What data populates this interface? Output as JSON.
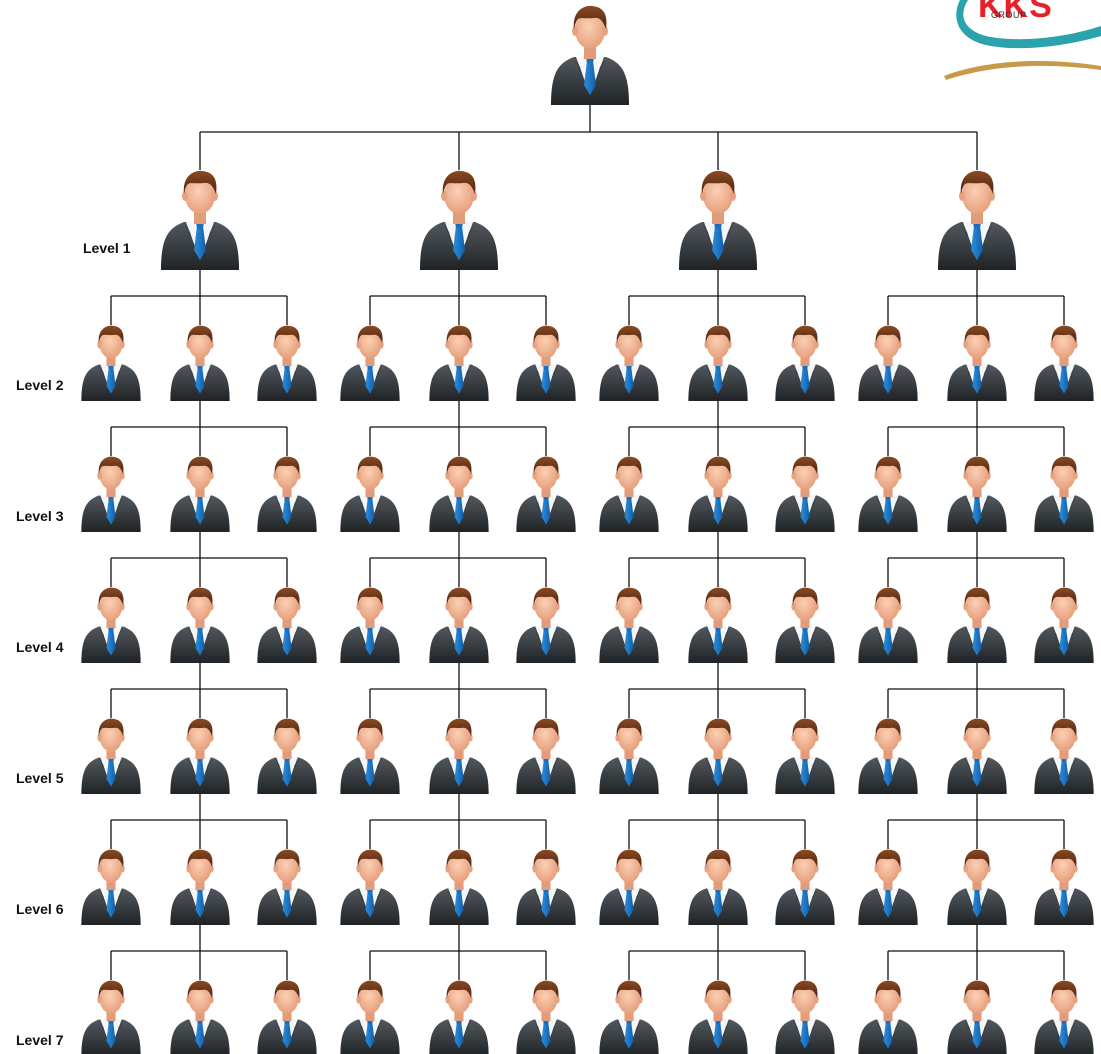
{
  "logo": {
    "text": "KKS",
    "subtitle": "GROUP",
    "colors": {
      "red": "#e8202a",
      "teal": "#2aa3ad",
      "gold": "#c79a4a"
    }
  },
  "levels": [
    {
      "label": "Level 1"
    },
    {
      "label": "Level 2"
    },
    {
      "label": "Level 3"
    },
    {
      "label": "Level 4"
    },
    {
      "label": "Level 5"
    },
    {
      "label": "Level 6"
    },
    {
      "label": "Level 7"
    }
  ],
  "structure": {
    "root_count": 1,
    "level1_count": 4,
    "children_per_group": 3,
    "expanded_child": [
      "middle",
      "middle",
      "middle",
      "middle",
      "middle",
      "middle"
    ]
  },
  "icon": "businessman-avatar-icon",
  "colors": {
    "connector": "#111111",
    "suit": "#2f3438",
    "tie": "#1f7fd1",
    "hair": "#6b3418",
    "skin": "#f3b594"
  }
}
